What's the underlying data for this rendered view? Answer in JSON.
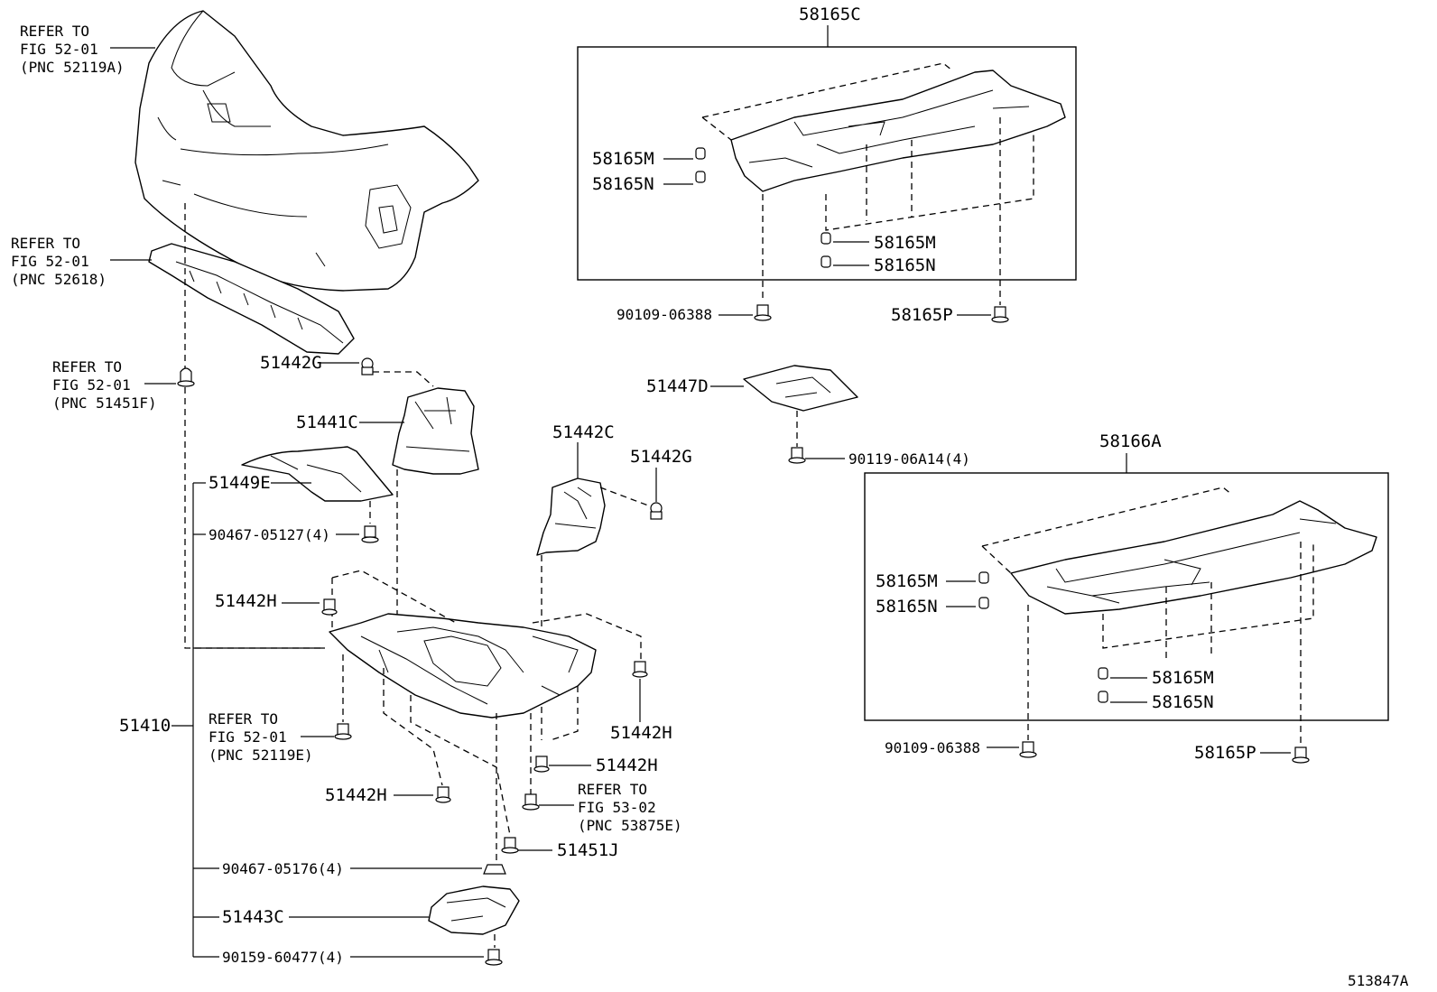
{
  "diagram_id": "513847A",
  "refs": {
    "bumper_cover": [
      "REFER TO",
      "FIG 52-01",
      "(PNC 52119A)"
    ],
    "absorber": [
      "REFER TO",
      "FIG 52-01",
      "(PNC 52618)"
    ],
    "clip_51451f": [
      "REFER TO",
      "FIG 52-01",
      "(PNC 51451F)"
    ],
    "bracket_52119e": [
      "REFER TO",
      "FIG 52-01",
      "(PNC 52119E)"
    ],
    "retainer_53875e": [
      "REFER TO",
      "FIG 53-02",
      "(PNC 53875E)"
    ]
  },
  "labels": {
    "p51442g_top": "51442G",
    "p51441c": "51441C",
    "p51449e": "51449E",
    "p90467_05127": "90467-05127(4)",
    "p51442c": "51442C",
    "p51442g_right": "51442G",
    "p51442h_a": "51442H",
    "p51442h_b": "51442H",
    "p51442h_c": "51442H",
    "p51442h_d": "51442H",
    "p51410": "51410",
    "p51451j": "51451J",
    "p90467_05176": "90467-05176(4)",
    "p51443c": "51443C",
    "p90159_60477": "90159-60477(4)",
    "p58165c": "58165C",
    "p58165m_a": "58165M",
    "p58165n_a": "58165N",
    "p58165m_b": "58165M",
    "p58165n_b": "58165N",
    "p90109_a": "90109-06388",
    "p58165p_a": "58165P",
    "p51447d": "51447D",
    "p90119": "90119-06A14(4)",
    "p58166a": "58166A",
    "p58165m_c": "58165M",
    "p58165n_c": "58165N",
    "p58165m_d": "58165M",
    "p58165n_d": "58165N",
    "p90109_b": "90109-06388",
    "p58165p_b": "58165P"
  }
}
